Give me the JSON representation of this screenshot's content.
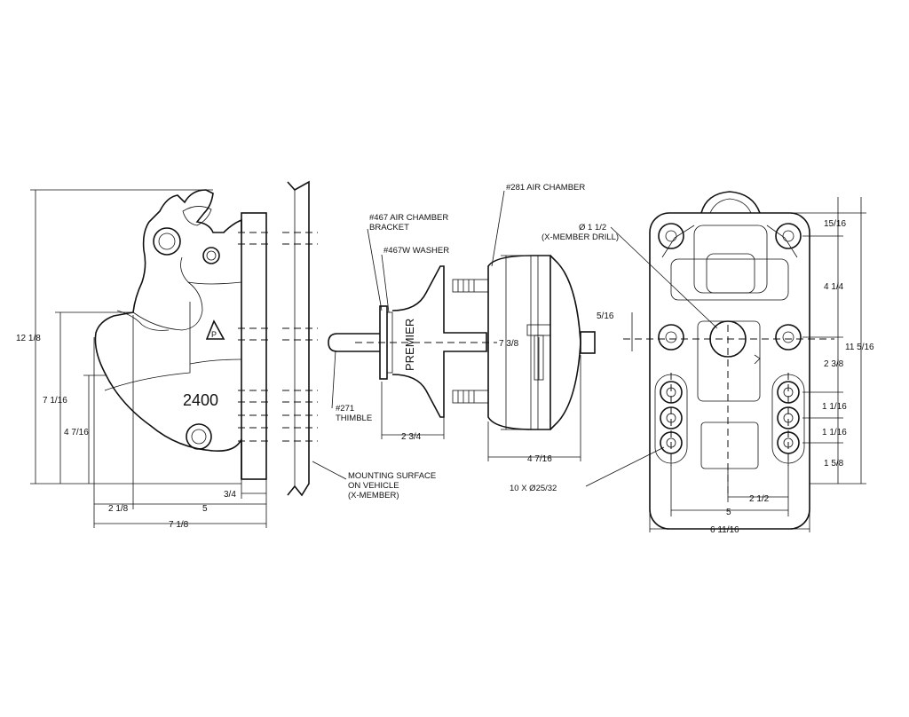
{
  "colors": {
    "line": "#111111",
    "background": "#ffffff"
  },
  "side_view": {
    "model": "2400",
    "dims": {
      "overall_height": "12 1/8",
      "height_a": "7 1/16",
      "height_b": "4 7/16",
      "flange": "3/4",
      "offset": "2 1/8",
      "width_5": "5",
      "overall_width": "7 1/8"
    }
  },
  "edge_view": {
    "mounting_label_1": "MOUNTING SURFACE",
    "mounting_label_2": "ON VEHICLE",
    "mounting_label_3": "(X-MEMBER)"
  },
  "chamber_view": {
    "bracket_label_1": "#467 AIR CHAMBER",
    "bracket_label_2": "BRACKET",
    "washer_label": "#467W WASHER",
    "thimble_label_1": "#271",
    "thimble_label_2": "THIMBLE",
    "chamber_label": "#281 AIR CHAMBER",
    "brand": "PREMIER",
    "dims": {
      "depth_a": "2 3/4",
      "depth_b": "4 7/16",
      "diameter": "7 3/8"
    }
  },
  "top_view": {
    "drill_label_1": "Ø 1 1/2",
    "drill_label_2": "(X-MEMBER DRILL)",
    "holes_label": "10 X Ø25/32",
    "dims": {
      "d_15_16": "15/16",
      "d_4_1_4": "4 1/4",
      "d_2_3_8": "2 3/8",
      "d_1_1_16_a": "1 1/16",
      "d_1_1_16_b": "1 1/16",
      "d_1_5_8": "1 5/8",
      "d_11_5_16": "11 5/16",
      "d_5_16": "5/16",
      "d_2_1_2": "2 1/2",
      "d_5": "5",
      "d_6_11_16": "6 11/16"
    }
  }
}
